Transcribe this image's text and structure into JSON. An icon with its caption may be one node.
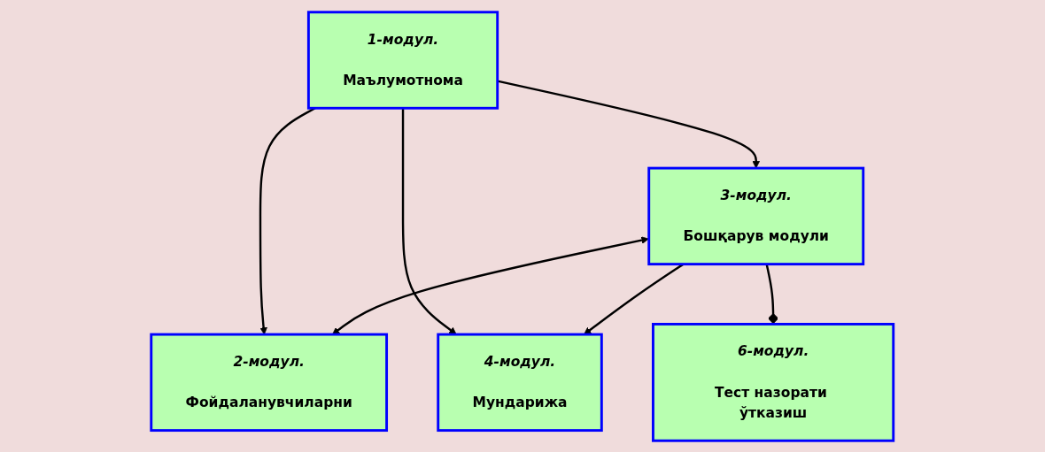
{
  "diagram": {
    "nodes": [
      {
        "text": [
          "1-модул.",
          "Маълумотнома"
        ]
      },
      {
        "text": [
          "2-модул.",
          "Фойдаланувчиларни"
        ]
      },
      {
        "text": [
          "3-модул.",
          "Бошқарув модули"
        ]
      },
      {
        "text": [
          "4-модул.",
          "Мундарижа"
        ]
      },
      {
        "text": [
          "6-модул.",
          "Тест назорати ўтказиш"
        ]
      }
    ],
    "edges": [
      {
        "from": 0,
        "to": 1,
        "arrow": "to"
      },
      {
        "from": 0,
        "to": 2,
        "arrow": "to"
      },
      {
        "from": 0,
        "to": 3,
        "arrow": "to"
      },
      {
        "from": 2,
        "to": 1,
        "arrow": "both"
      },
      {
        "from": 2,
        "to": 3,
        "arrow": "to"
      },
      {
        "from": 2,
        "to": 4,
        "arrow": "other"
      }
    ]
  }
}
